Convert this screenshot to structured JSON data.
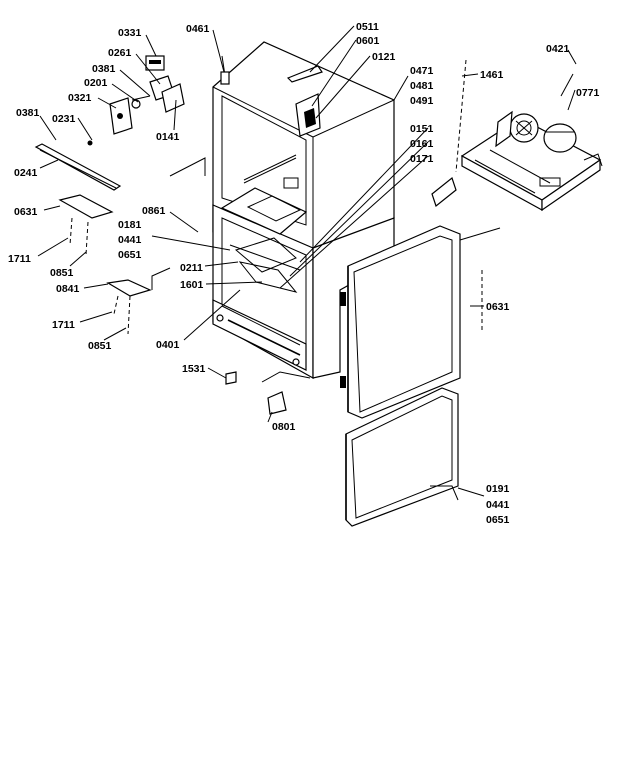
{
  "diagram": {
    "callouts": [
      {
        "id": "lbl-0461a",
        "text": "0461"
      },
      {
        "id": "lbl-0511",
        "text": "0511"
      },
      {
        "id": "lbl-0601",
        "text": "0601"
      },
      {
        "id": "lbl-0121",
        "text": "0121"
      },
      {
        "id": "lbl-0471",
        "text": "0471"
      },
      {
        "id": "lbl-0481",
        "text": "0481"
      },
      {
        "id": "lbl-0491",
        "text": "0491"
      },
      {
        "id": "lbl-1461",
        "text": "1461"
      },
      {
        "id": "lbl-0421",
        "text": "0421"
      },
      {
        "id": "lbl-0771",
        "text": "0771"
      },
      {
        "id": "lbl-0331",
        "text": "0331"
      },
      {
        "id": "lbl-0261",
        "text": "0261"
      },
      {
        "id": "lbl-0381a",
        "text": "0381"
      },
      {
        "id": "lbl-0201",
        "text": "0201"
      },
      {
        "id": "lbl-0321",
        "text": "0321"
      },
      {
        "id": "lbl-0231",
        "text": "0231"
      },
      {
        "id": "lbl-0141",
        "text": "0141"
      },
      {
        "id": "lbl-0381b",
        "text": "0381"
      },
      {
        "id": "lbl-0241",
        "text": "0241"
      },
      {
        "id": "lbl-0631a",
        "text": "0631"
      },
      {
        "id": "lbl-1711a",
        "text": "1711"
      },
      {
        "id": "lbl-0851a",
        "text": "0851"
      },
      {
        "id": "lbl-0841",
        "text": "0841"
      },
      {
        "id": "lbl-1711b",
        "text": "1711"
      },
      {
        "id": "lbl-0851b",
        "text": "0851"
      },
      {
        "id": "lbl-0861",
        "text": "0861"
      },
      {
        "id": "lbl-0181",
        "text": "0181"
      },
      {
        "id": "lbl-0441a",
        "text": "0441"
      },
      {
        "id": "lbl-0651a",
        "text": "0651"
      },
      {
        "id": "lbl-0151",
        "text": "0151"
      },
      {
        "id": "lbl-0161",
        "text": "0161"
      },
      {
        "id": "lbl-0171",
        "text": "0171"
      },
      {
        "id": "lbl-0211",
        "text": "0211"
      },
      {
        "id": "lbl-1601",
        "text": "1601"
      },
      {
        "id": "lbl-0401",
        "text": "0401"
      },
      {
        "id": "lbl-1531",
        "text": "1531"
      },
      {
        "id": "lbl-0801",
        "text": "0801"
      },
      {
        "id": "lbl-0631b",
        "text": "0631"
      },
      {
        "id": "lbl-0191",
        "text": "0191"
      },
      {
        "id": "lbl-0441b",
        "text": "0441"
      },
      {
        "id": "lbl-0651b",
        "text": "0651"
      }
    ]
  }
}
